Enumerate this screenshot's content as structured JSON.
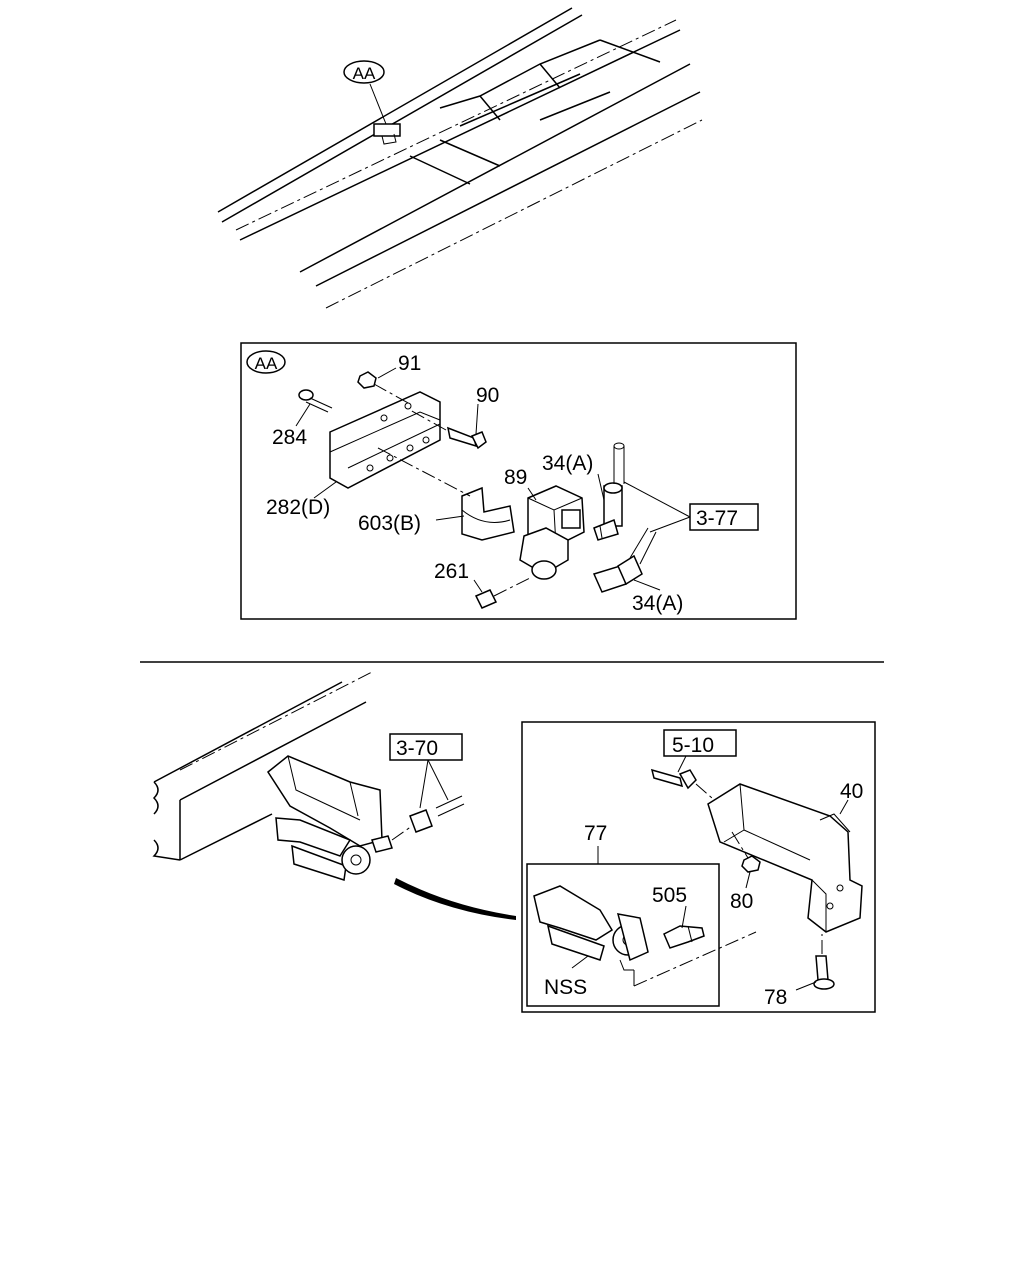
{
  "top_view": {
    "view_marker": "AA"
  },
  "detail_aa": {
    "view_marker": "AA",
    "labels": {
      "p91": "91",
      "p90": "90",
      "p284": "284",
      "p282": "282(D)",
      "p603": "603(B)",
      "p89": "89",
      "p34a_top": "34(A)",
      "p34a_bottom": "34(A)",
      "p261": "261",
      "ref_3_77": "3-77"
    }
  },
  "lower_view": {
    "ref_3_70": "3-70"
  },
  "detail_horn": {
    "labels": {
      "ref_5_10": "5-10",
      "p40": "40",
      "p77": "77",
      "p505": "505",
      "p80": "80",
      "nss": "NSS",
      "p78": "78"
    }
  }
}
